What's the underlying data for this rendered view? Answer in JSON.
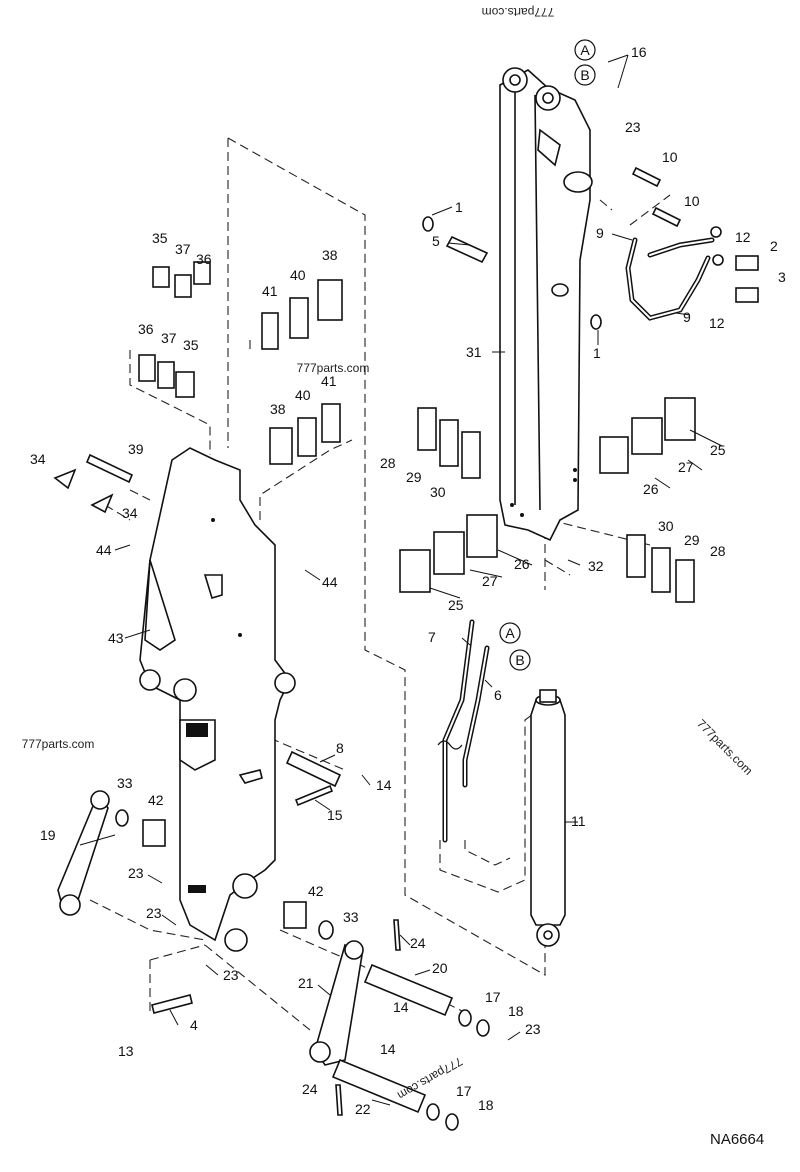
{
  "watermarks": {
    "top": "777parts.com",
    "mid": "777parts.com",
    "left": "777parts.com",
    "right": "777parts.com",
    "bottom": "777parts.com"
  },
  "figure_code": "NA6664",
  "callouts": {
    "c1a": "1",
    "c1b": "1",
    "c2": "2",
    "c3": "3",
    "c4": "4",
    "c5": "5",
    "c6": "6",
    "c7": "7",
    "c8": "8",
    "c9a": "9",
    "c9b": "9",
    "c10a": "10",
    "c10b": "10",
    "c11": "11",
    "c12a": "12",
    "c12b": "12",
    "c13": "13",
    "c14a": "14",
    "c14b": "14",
    "c14c": "14",
    "c15": "15",
    "c16": "16",
    "c17a": "17",
    "c17b": "17",
    "c18a": "18",
    "c18b": "18",
    "c19": "19",
    "c20": "20",
    "c21": "21",
    "c22": "22",
    "c23a": "23",
    "c23b": "23",
    "c23c": "23",
    "c23d": "23",
    "c23e": "23",
    "c24a": "24",
    "c24b": "24",
    "c25a": "25",
    "c25b": "25",
    "c26a": "26",
    "c26b": "26",
    "c27a": "27",
    "c27b": "27",
    "c28a": "28",
    "c28b": "28",
    "c29a": "29",
    "c29b": "29",
    "c30a": "30",
    "c30b": "30",
    "c31": "31",
    "c32": "32",
    "c33a": "33",
    "c33b": "33",
    "c34a": "34",
    "c34b": "34",
    "c35a": "35",
    "c35b": "35",
    "c36a": "36",
    "c36b": "36",
    "c37a": "37",
    "c37b": "37",
    "c38a": "38",
    "c38b": "38",
    "c39": "39",
    "c40a": "40",
    "c40b": "40",
    "c41a": "41",
    "c41b": "41",
    "c42a": "42",
    "c42b": "42",
    "c43": "43",
    "c44a": "44",
    "c44b": "44"
  },
  "connector_markers": {
    "a1": "A",
    "b1": "B",
    "a2": "A",
    "b2": "B"
  }
}
